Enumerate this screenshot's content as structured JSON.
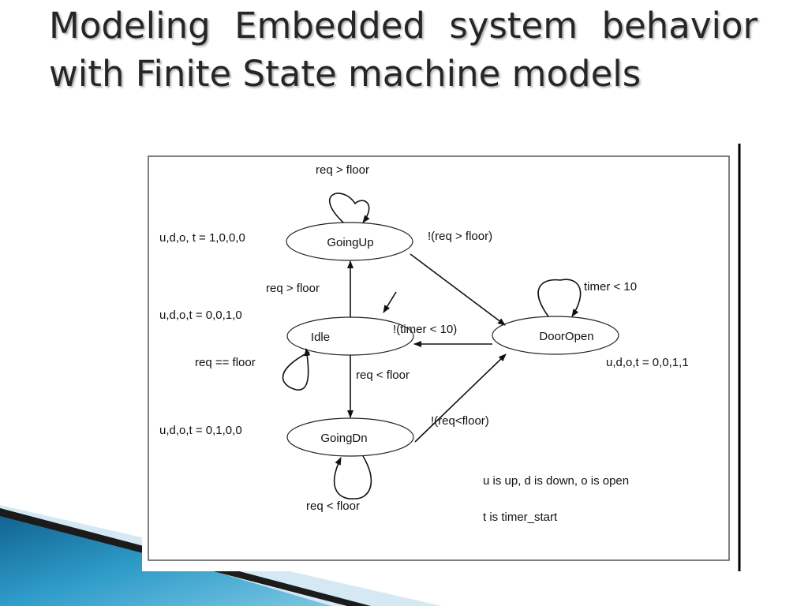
{
  "slide": {
    "title": "Modeling Embedded system behavior with Finite State machine models"
  },
  "fsm": {
    "states": [
      {
        "id": "GoingUp",
        "label": "GoingUp"
      },
      {
        "id": "Idle",
        "label": "Idle"
      },
      {
        "id": "DoorOpen",
        "label": "DoorOpen"
      },
      {
        "id": "GoingDn",
        "label": "GoingDn"
      }
    ],
    "transitions": {
      "goingup_self": "req > floor",
      "goingup_to_dooropen": "!(req > floor)",
      "idle_to_goingup": "req > floor",
      "dooropen_to_idle": "!(timer < 10)",
      "dooropen_self": "timer < 10",
      "idle_self": "req == floor",
      "idle_to_goingdn": "req < floor",
      "goingdn_to_dooropen": "!(req<floor)",
      "goingdn_self": "req < floor"
    },
    "outputs": {
      "goingup": "u,d,o, t = 1,0,0,0",
      "idle": "u,d,o,t = 0,0,1,0",
      "dooropen": "u,d,o,t = 0,0,1,1",
      "goingdn": "u,d,o,t = 0,1,0,0"
    },
    "legend": [
      "u is up, d is down, o is open",
      "t is timer_start"
    ]
  },
  "colors": {
    "title": "#262626",
    "decor_dark": "#1b1b1b",
    "decor_blue": "#1d7fae",
    "decor_light_blue": "#cfe6f2"
  }
}
